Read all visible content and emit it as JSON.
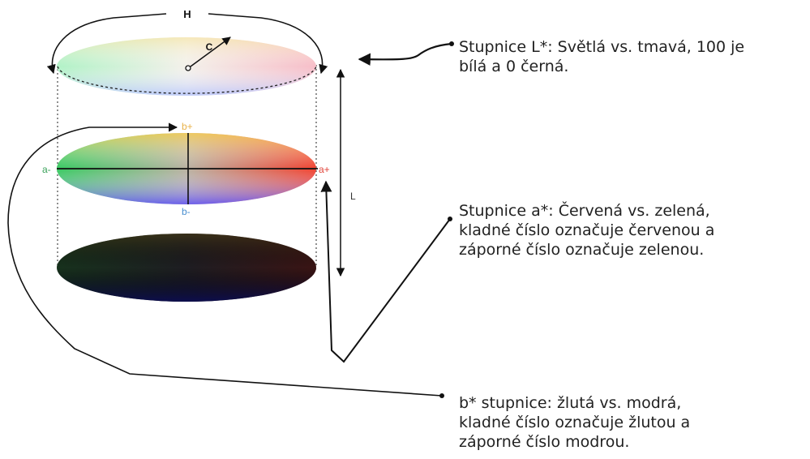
{
  "diagram": {
    "axis_labels": {
      "hue": "H",
      "chroma": "C",
      "lightness": "L",
      "a_plus": "a+",
      "a_minus": "a-",
      "b_plus": "b+",
      "b_minus": "b-"
    },
    "notes": {
      "l_scale": [
        "Stupnice L*: Světlá vs. tmavá, 100 je",
        "bílá a 0 černá."
      ],
      "a_scale": [
        "Stupnice a*: Červená vs. zelená,",
        "kladné číslo označuje červenou a",
        "záporné číslo označuje zelenou."
      ],
      "b_scale": [
        "b* stupnice: žlutá vs. modrá,",
        "kladné číslo označuje žlutou a",
        "záporné číslo modrou."
      ]
    },
    "colors": {
      "a_plus": "#e0443a",
      "a_minus": "#3aa25a",
      "b_plus": "#e8b24a",
      "b_minus": "#4a8fd0",
      "line": "#111111"
    }
  }
}
